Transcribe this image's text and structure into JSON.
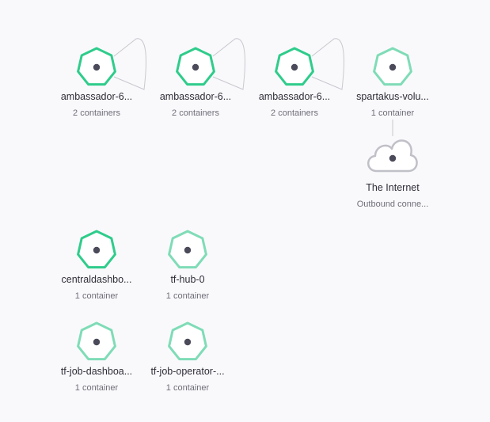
{
  "colors": {
    "accent_dark": "#2fcc8b",
    "accent_light": "#7fdcb7",
    "cloud_stroke": "#c0c0c8",
    "edge": "#c8c8d0",
    "dot": "#4a4a5a",
    "label": "#2e2e38",
    "sublabel": "#6f6f7a"
  },
  "nodes": [
    {
      "id": "n1",
      "shape": "heptagon",
      "tone": "dark",
      "label": "ambassador-6...",
      "sublabel": "2 containers"
    },
    {
      "id": "n2",
      "shape": "heptagon",
      "tone": "dark",
      "label": "ambassador-6...",
      "sublabel": "2 containers"
    },
    {
      "id": "n3",
      "shape": "heptagon",
      "tone": "dark",
      "label": "ambassador-6...",
      "sublabel": "2 containers"
    },
    {
      "id": "n4",
      "shape": "heptagon",
      "tone": "light",
      "label": "spartakus-volu...",
      "sublabel": "1 container"
    },
    {
      "id": "n5",
      "shape": "cloud",
      "tone": "cloud",
      "label": "The Internet",
      "sublabel": "Outbound conne..."
    },
    {
      "id": "n6",
      "shape": "heptagon",
      "tone": "dark",
      "label": "centraldashbo...",
      "sublabel": "1 container"
    },
    {
      "id": "n7",
      "shape": "heptagon",
      "tone": "light",
      "label": "tf-hub-0",
      "sublabel": "1 container"
    },
    {
      "id": "n8",
      "shape": "heptagon",
      "tone": "light",
      "label": "tf-job-dashboa...",
      "sublabel": "1 container"
    },
    {
      "id": "n9",
      "shape": "heptagon",
      "tone": "light",
      "label": "tf-job-operator-...",
      "sublabel": "1 container"
    }
  ],
  "edges": [
    {
      "from": "n1",
      "to": "n1",
      "type": "self-loop"
    },
    {
      "from": "n2",
      "to": "n2",
      "type": "self-loop"
    },
    {
      "from": "n3",
      "to": "n3",
      "type": "self-loop"
    },
    {
      "from": "n4",
      "to": "n5",
      "type": "link"
    }
  ]
}
